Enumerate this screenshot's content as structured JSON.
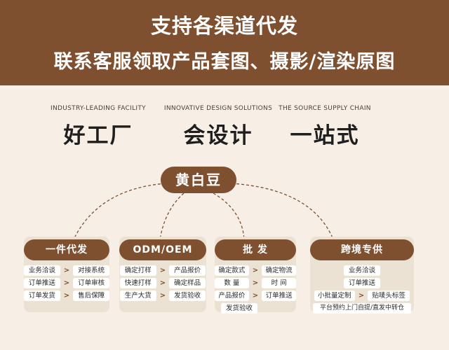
{
  "header": {
    "line1": "支持各渠道代发",
    "line2": "联系客服领取产品套图、摄影/渲染原图"
  },
  "features": [
    {
      "en": "INDUSTRY-LEADING FACILITY",
      "cn": "好工厂"
    },
    {
      "en": "INNOVATIVE DESIGN SOLUTIONS",
      "cn": "会设计"
    },
    {
      "en": "THE SOURCE SUPPLY CHAIN",
      "cn": "一站式"
    }
  ],
  "brand": "黄白豆",
  "arrow": ">",
  "cards": [
    {
      "title": "一件代发",
      "rows": [
        [
          "业务洽谈",
          "对接系统"
        ],
        [
          "订单推送",
          "订单审核"
        ],
        [
          "订单发货",
          "售后保障"
        ]
      ]
    },
    {
      "title": "ODM/OEM",
      "rows": [
        [
          "确定打样",
          "产品报价"
        ],
        [
          "快速打样",
          "确定样品"
        ],
        [
          "生产大货",
          "发货验收"
        ]
      ]
    },
    {
      "title": "批 发",
      "rows": [
        [
          "确定款式",
          "确定物流"
        ],
        [
          "数  量",
          "时  间"
        ],
        [
          "产品报价",
          "订单推送"
        ],
        [
          "发货验收"
        ]
      ]
    },
    {
      "title": "跨境专供",
      "rows": [
        [
          "业务洽谈"
        ],
        [
          "订单推送"
        ],
        [
          "小批量定制",
          "贴唛头标签"
        ],
        [
          "平台预约上门自提/直发中转仓"
        ]
      ]
    }
  ]
}
